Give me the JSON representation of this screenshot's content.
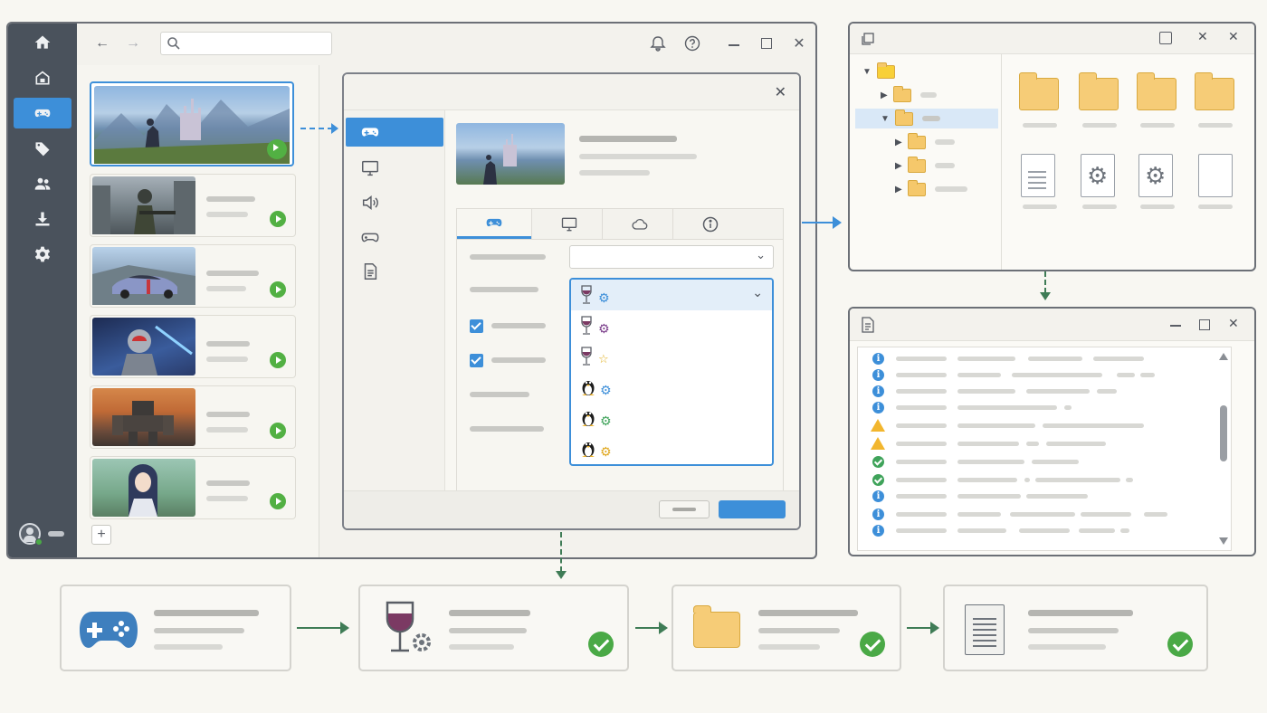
{
  "launcher": {
    "sidebar": [
      {
        "icon": "home-icon"
      },
      {
        "icon": "library-icon"
      },
      {
        "icon": "gamepad-icon",
        "active": true
      },
      {
        "icon": "tag-icon"
      },
      {
        "icon": "users-icon"
      },
      {
        "icon": "download-icon"
      },
      {
        "icon": "gear-icon"
      }
    ],
    "toolbar": {
      "search_placeholder": "",
      "icons": [
        "back-icon",
        "forward-icon",
        "search-icon",
        "bell-icon",
        "help-icon",
        "minimize-icon",
        "maximize-icon",
        "close-icon"
      ]
    },
    "games": [
      {
        "art": "fantasy-castle-knight",
        "selected": true
      },
      {
        "art": "soldier-city-ruins"
      },
      {
        "art": "race-car-track"
      },
      {
        "art": "astronaut-space"
      },
      {
        "art": "mech-robot-sunset"
      },
      {
        "art": "anime-girl-forest"
      }
    ],
    "add_label": "+"
  },
  "config_dialog": {
    "side_tabs": [
      "gamepad-icon",
      "monitor-icon",
      "speaker-icon",
      "controller-icon",
      "document-icon"
    ],
    "tabs": [
      "gamepad-icon",
      "monitor-icon",
      "cloud-icon",
      "info-icon"
    ],
    "checkbox_states": [
      true,
      true
    ],
    "runner_options": [
      {
        "glyph": "wine",
        "badge": "gear-blue",
        "selected": true
      },
      {
        "glyph": "wine",
        "badge": "gear-purple"
      },
      {
        "glyph": "wine",
        "badge": "star-yellow"
      },
      {
        "glyph": "tux",
        "badge": "gear-blue"
      },
      {
        "glyph": "tux",
        "badge": "gear-green"
      },
      {
        "glyph": "tux",
        "badge": "gear-yellow"
      }
    ]
  },
  "log": {
    "entries": [
      "info",
      "info",
      "info",
      "info",
      "warn",
      "warn",
      "ok",
      "ok",
      "info",
      "info"
    ]
  },
  "pipeline": [
    {
      "icon": "gamepad-icon",
      "done": false
    },
    {
      "icon": "wine-gear-icon",
      "done": true
    },
    {
      "icon": "folder-icon",
      "done": true
    },
    {
      "icon": "document-icon",
      "done": true
    }
  ],
  "colors": {
    "accent": "#3d8fd9",
    "success": "#4aa946",
    "sidebar": "#4a525c",
    "folder": "#f5c86b",
    "arrow": "#3f7c56"
  }
}
